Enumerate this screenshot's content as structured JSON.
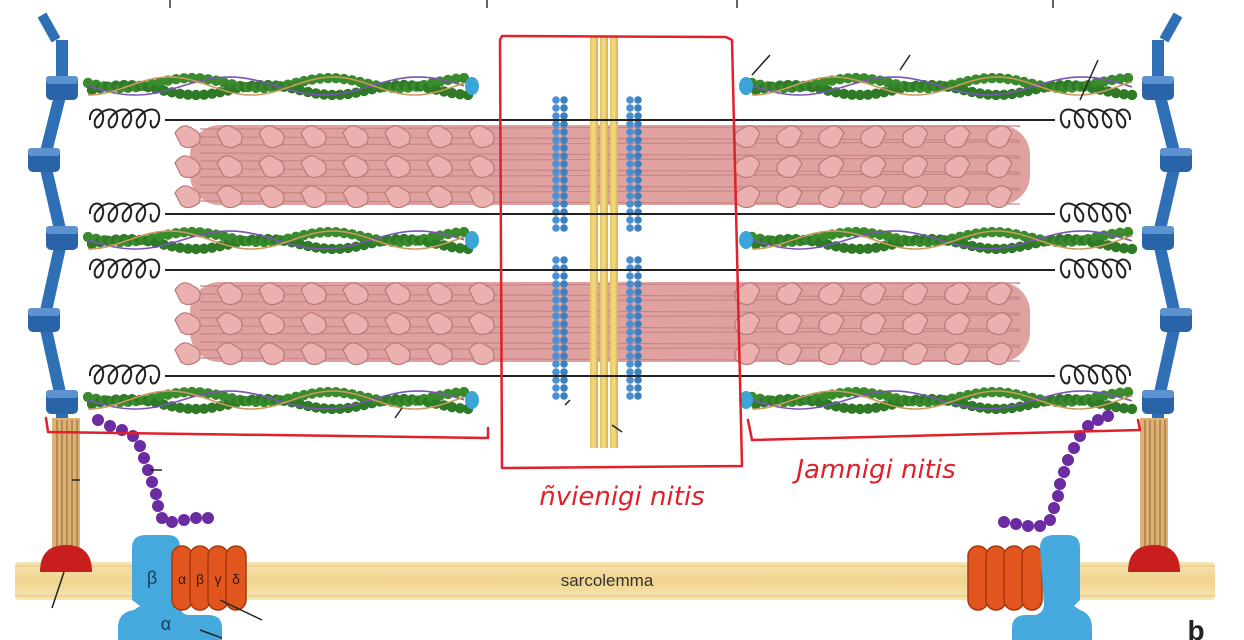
{
  "labels": {
    "sarcolemma": "sarcolemma",
    "panel_letter": "b",
    "dystroglycan_beta": "β",
    "dystroglycan_alpha": "α",
    "sarcoglycan_alpha": "α",
    "sarcoglycan_beta": "β",
    "sarcoglycan_gamma": "γ",
    "sarcoglycan_delta": "δ"
  },
  "annotations": {
    "center_handwritten": "ñvienigi nitis",
    "right_handwritten": "Jamnigi nitis",
    "annotation_color": "#e0202a"
  },
  "colors": {
    "z_disc": "#2f6fb6",
    "thin_filament": "#3a8a2e",
    "thick_filament": "#e7a4a4",
    "titin_spring": "#222222",
    "m_line": "#d9b84a",
    "myomesin": "#4a8fd0",
    "dystrophin": "#6a2ca0",
    "membrane": "#f3dca0",
    "sarcoglycan": "#e0561e",
    "dystroglycan": "#45a9de",
    "integrin": "#c81e1e",
    "costamere": "#d9b27a"
  }
}
